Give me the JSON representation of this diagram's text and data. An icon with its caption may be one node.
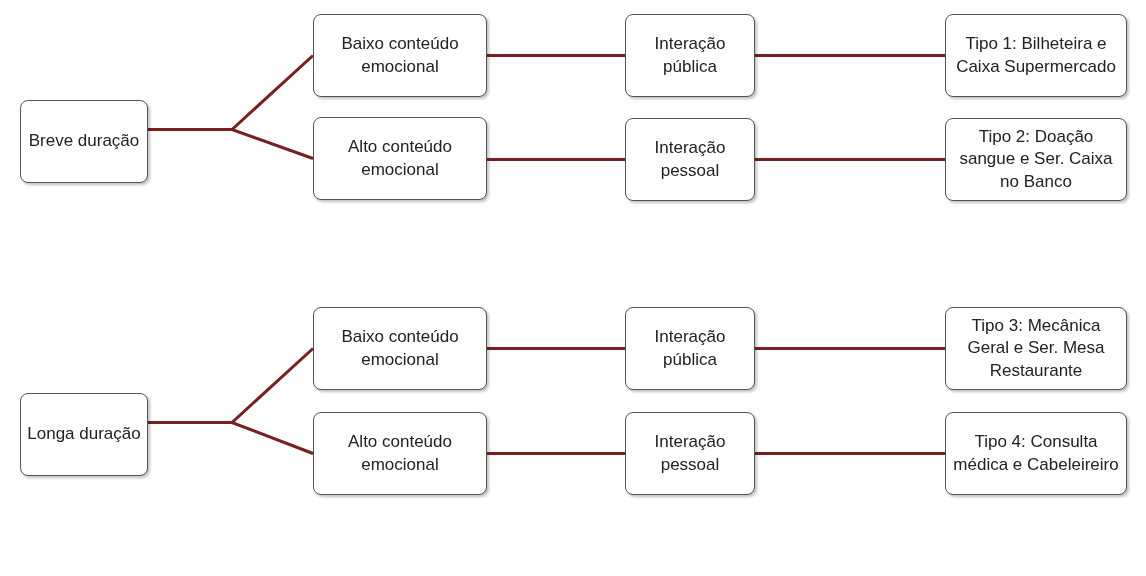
{
  "diagram": {
    "nodes": [
      {
        "text": [
          "Breve duração"
        ]
      },
      {
        "text": [
          "Baixo conteúdo emocional"
        ]
      },
      {
        "text": [
          "Alto conteúdo emocional"
        ]
      },
      {
        "text": [
          "Interação pública"
        ]
      },
      {
        "text": [
          "Interação pessoal"
        ]
      },
      {
        "text": [
          "Tipo 1: Bilheteira e Caixa Supermercado"
        ]
      },
      {
        "text": [
          "Tipo 2: Doação sangue e Ser. Caixa no Banco"
        ]
      },
      {
        "text": [
          "Longa duração"
        ]
      },
      {
        "text": [
          "Baixo conteúdo emocional"
        ]
      },
      {
        "text": [
          "Alto conteúdo emocional"
        ]
      },
      {
        "text": [
          "Interação pública"
        ]
      },
      {
        "text": [
          "Interação pessoal"
        ]
      },
      {
        "text": [
          "Tipo 3: Mecânica Geral e Ser. Mesa Restaurante"
        ]
      },
      {
        "text": [
          "Tipo 4: Consulta médica e Cabeleireiro"
        ]
      }
    ],
    "edges": [
      {
        "from": 0,
        "to": 1,
        "arrow": "none"
      },
      {
        "from": 0,
        "to": 2,
        "arrow": "none"
      },
      {
        "from": 1,
        "to": 3,
        "arrow": "none"
      },
      {
        "from": 2,
        "to": 4,
        "arrow": "none"
      },
      {
        "from": 3,
        "to": 5,
        "arrow": "none"
      },
      {
        "from": 4,
        "to": 6,
        "arrow": "none"
      },
      {
        "from": 7,
        "to": 8,
        "arrow": "none"
      },
      {
        "from": 7,
        "to": 9,
        "arrow": "none"
      },
      {
        "from": 8,
        "to": 10,
        "arrow": "none"
      },
      {
        "from": 9,
        "to": 11,
        "arrow": "none"
      },
      {
        "from": 10,
        "to": 12,
        "arrow": "none"
      },
      {
        "from": 11,
        "to": 13,
        "arrow": "none"
      }
    ]
  }
}
